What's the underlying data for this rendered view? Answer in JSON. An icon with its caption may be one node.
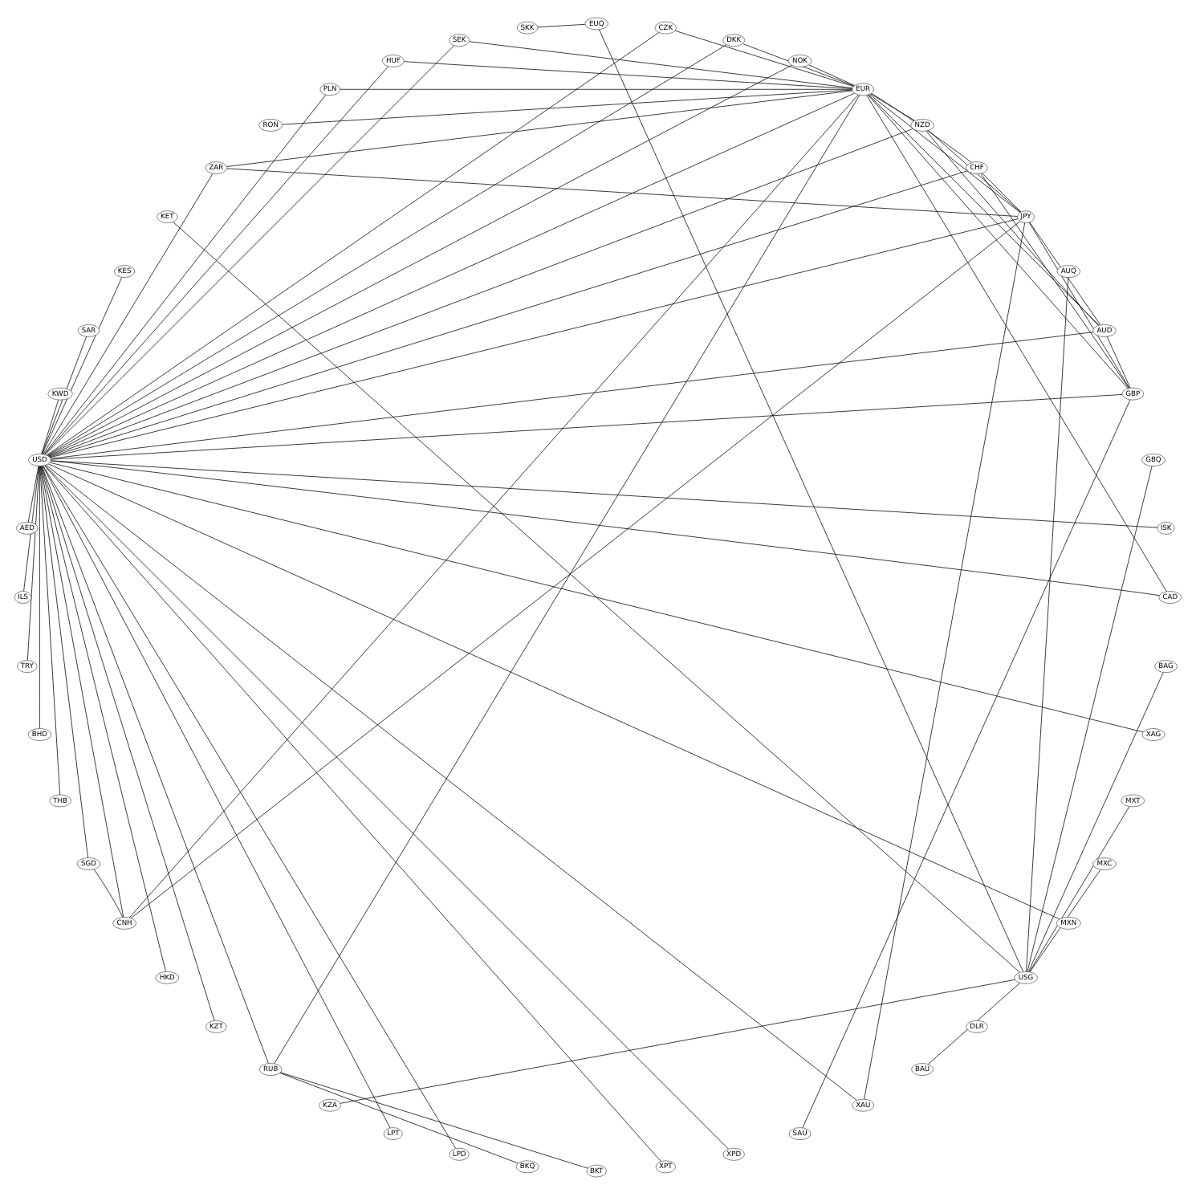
{
  "diagram": {
    "nodes": [
      {
        "text": [
          "DLR"
        ]
      },
      {
        "text": [
          "USG"
        ]
      },
      {
        "text": [
          "MXN"
        ]
      },
      {
        "text": [
          "MXC"
        ]
      },
      {
        "text": [
          "MXT"
        ]
      },
      {
        "text": [
          "XAG"
        ]
      },
      {
        "text": [
          "BAG"
        ]
      },
      {
        "text": [
          "XAU"
        ]
      },
      {
        "text": [
          "BAU"
        ]
      },
      {
        "text": [
          "SAU"
        ]
      },
      {
        "text": [
          "XPD"
        ]
      },
      {
        "text": [
          "XPT"
        ]
      },
      {
        "text": [
          "BKT"
        ]
      },
      {
        "text": [
          "BKQ"
        ]
      },
      {
        "text": [
          "LPD"
        ]
      },
      {
        "text": [
          "LPT"
        ]
      },
      {
        "text": [
          "NZD"
        ]
      },
      {
        "text": [
          "AUD"
        ]
      },
      {
        "text": [
          "AUQ"
        ]
      },
      {
        "text": [
          "JPY"
        ]
      },
      {
        "text": [
          "HKD"
        ]
      },
      {
        "text": [
          "CNH"
        ]
      },
      {
        "text": [
          "SGD"
        ]
      },
      {
        "text": [
          "THB"
        ]
      },
      {
        "text": [
          "BHD"
        ]
      },
      {
        "text": [
          "TRY"
        ]
      },
      {
        "text": [
          "ILS"
        ]
      },
      {
        "text": [
          "AED"
        ]
      },
      {
        "text": [
          "KWD"
        ]
      },
      {
        "text": [
          "SAR"
        ]
      },
      {
        "text": [
          "KES"
        ]
      },
      {
        "text": [
          "KET"
        ]
      },
      {
        "text": [
          "ZAR"
        ]
      },
      {
        "text": [
          "RUB"
        ]
      },
      {
        "text": [
          "KZA"
        ]
      },
      {
        "text": [
          "KZT"
        ]
      },
      {
        "text": [
          "RON"
        ]
      },
      {
        "text": [
          "PLN"
        ]
      },
      {
        "text": [
          "HUF"
        ]
      },
      {
        "text": [
          "SEK"
        ]
      },
      {
        "text": [
          "SKK"
        ]
      },
      {
        "text": [
          "CZK"
        ]
      },
      {
        "text": [
          "DKK"
        ]
      },
      {
        "text": [
          "NOK"
        ]
      },
      {
        "text": [
          "CHF"
        ]
      },
      {
        "text": [
          "EUR"
        ]
      },
      {
        "text": [
          "EUQ"
        ]
      },
      {
        "text": [
          "GBP"
        ]
      },
      {
        "text": [
          "GBQ"
        ]
      },
      {
        "text": [
          "ISK"
        ]
      },
      {
        "text": [
          "CAD"
        ]
      },
      {
        "text": [
          "USD"
        ]
      }
    ],
    "edges": [
      {
        "from": 51,
        "to": 2,
        "arrow": "none"
      },
      {
        "from": 51,
        "to": 5,
        "arrow": "none"
      },
      {
        "from": 51,
        "to": 7,
        "arrow": "none"
      },
      {
        "from": 51,
        "to": 10,
        "arrow": "none"
      },
      {
        "from": 51,
        "to": 11,
        "arrow": "none"
      },
      {
        "from": 51,
        "to": 14,
        "arrow": "none"
      },
      {
        "from": 51,
        "to": 15,
        "arrow": "none"
      },
      {
        "from": 51,
        "to": 16,
        "arrow": "none"
      },
      {
        "from": 51,
        "to": 17,
        "arrow": "none"
      },
      {
        "from": 51,
        "to": 19,
        "arrow": "none"
      },
      {
        "from": 51,
        "to": 20,
        "arrow": "none"
      },
      {
        "from": 51,
        "to": 21,
        "arrow": "none"
      },
      {
        "from": 51,
        "to": 22,
        "arrow": "none"
      },
      {
        "from": 51,
        "to": 23,
        "arrow": "none"
      },
      {
        "from": 51,
        "to": 24,
        "arrow": "none"
      },
      {
        "from": 51,
        "to": 25,
        "arrow": "none"
      },
      {
        "from": 51,
        "to": 26,
        "arrow": "none"
      },
      {
        "from": 51,
        "to": 27,
        "arrow": "none"
      },
      {
        "from": 51,
        "to": 28,
        "arrow": "none"
      },
      {
        "from": 51,
        "to": 29,
        "arrow": "none"
      },
      {
        "from": 51,
        "to": 30,
        "arrow": "none"
      },
      {
        "from": 51,
        "to": 32,
        "arrow": "none"
      },
      {
        "from": 51,
        "to": 33,
        "arrow": "none"
      },
      {
        "from": 51,
        "to": 35,
        "arrow": "none"
      },
      {
        "from": 51,
        "to": 37,
        "arrow": "none"
      },
      {
        "from": 51,
        "to": 38,
        "arrow": "none"
      },
      {
        "from": 51,
        "to": 39,
        "arrow": "none"
      },
      {
        "from": 51,
        "to": 41,
        "arrow": "none"
      },
      {
        "from": 51,
        "to": 42,
        "arrow": "none"
      },
      {
        "from": 51,
        "to": 43,
        "arrow": "none"
      },
      {
        "from": 51,
        "to": 44,
        "arrow": "none"
      },
      {
        "from": 51,
        "to": 45,
        "arrow": "none"
      },
      {
        "from": 51,
        "to": 47,
        "arrow": "none"
      },
      {
        "from": 51,
        "to": 49,
        "arrow": "none"
      },
      {
        "from": 51,
        "to": 50,
        "arrow": "none"
      },
      {
        "from": 1,
        "to": 3,
        "arrow": "none"
      },
      {
        "from": 1,
        "to": 4,
        "arrow": "none"
      },
      {
        "from": 1,
        "to": 6,
        "arrow": "none"
      },
      {
        "from": 1,
        "to": 8,
        "arrow": "none"
      },
      {
        "from": 1,
        "to": 18,
        "arrow": "none"
      },
      {
        "from": 1,
        "to": 31,
        "arrow": "none"
      },
      {
        "from": 1,
        "to": 34,
        "arrow": "none"
      },
      {
        "from": 1,
        "to": 46,
        "arrow": "none"
      },
      {
        "from": 1,
        "to": 48,
        "arrow": "none"
      },
      {
        "from": 45,
        "to": 19,
        "arrow": "none"
      },
      {
        "from": 45,
        "to": 47,
        "arrow": "none"
      },
      {
        "from": 45,
        "to": 44,
        "arrow": "none"
      },
      {
        "from": 45,
        "to": 43,
        "arrow": "none"
      },
      {
        "from": 45,
        "to": 39,
        "arrow": "none"
      },
      {
        "from": 45,
        "to": 42,
        "arrow": "none"
      },
      {
        "from": 45,
        "to": 41,
        "arrow": "none"
      },
      {
        "from": 45,
        "to": 38,
        "arrow": "none"
      },
      {
        "from": 45,
        "to": 37,
        "arrow": "none"
      },
      {
        "from": 45,
        "to": 36,
        "arrow": "none"
      },
      {
        "from": 45,
        "to": 33,
        "arrow": "none"
      },
      {
        "from": 45,
        "to": 32,
        "arrow": "none"
      },
      {
        "from": 45,
        "to": 16,
        "arrow": "none"
      },
      {
        "from": 45,
        "to": 17,
        "arrow": "none"
      },
      {
        "from": 45,
        "to": 21,
        "arrow": "none"
      },
      {
        "from": 45,
        "to": 50,
        "arrow": "none"
      },
      {
        "from": 46,
        "to": 40,
        "arrow": "none"
      },
      {
        "from": 47,
        "to": 19,
        "arrow": "none"
      },
      {
        "from": 47,
        "to": 17,
        "arrow": "none"
      },
      {
        "from": 47,
        "to": 44,
        "arrow": "none"
      },
      {
        "from": 47,
        "to": 9,
        "arrow": "none"
      },
      {
        "from": 17,
        "to": 19,
        "arrow": "none"
      },
      {
        "from": 16,
        "to": 19,
        "arrow": "none"
      },
      {
        "from": 17,
        "to": 16,
        "arrow": "none"
      },
      {
        "from": 19,
        "to": 21,
        "arrow": "none"
      },
      {
        "from": 21,
        "to": 22,
        "arrow": "none"
      },
      {
        "from": 7,
        "to": 19,
        "arrow": "none"
      },
      {
        "from": 12,
        "to": 33,
        "arrow": "none"
      },
      {
        "from": 13,
        "to": 33,
        "arrow": "none"
      },
      {
        "from": 19,
        "to": 32,
        "arrow": "none"
      },
      {
        "from": 44,
        "to": 19,
        "arrow": "none"
      }
    ]
  }
}
